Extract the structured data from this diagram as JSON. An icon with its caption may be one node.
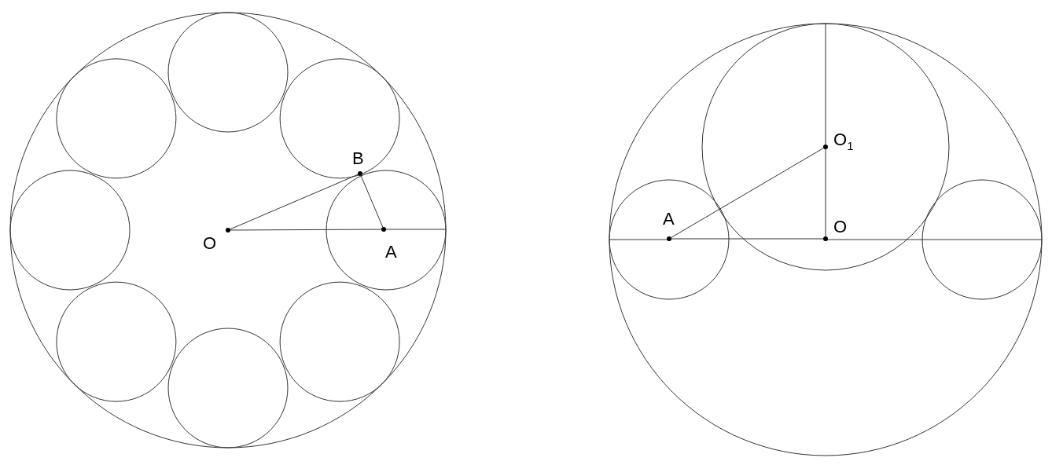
{
  "diagram": {
    "nodes": [
      {
        "text": [
          "O"
        ]
      },
      {
        "text": [
          "B"
        ]
      },
      {
        "text": [
          "A"
        ]
      },
      {
        "text": [
          "O$_{1}$"
        ]
      },
      {
        "text": [
          "A"
        ]
      },
      {
        "text": [
          "O"
        ]
      }
    ],
    "edges": [
      {
        "from": 0,
        "to": 2,
        "arrow": "none"
      },
      {
        "from": 0,
        "to": 1,
        "arrow": "none"
      },
      {
        "from": 1,
        "to": 2,
        "arrow": "none"
      },
      {
        "from": 4,
        "to": 3,
        "arrow": "none"
      },
      {
        "from": 3,
        "to": 5,
        "arrow": "none"
      },
      {
        "from": 4,
        "to": 5,
        "arrow": "none"
      }
    ]
  }
}
